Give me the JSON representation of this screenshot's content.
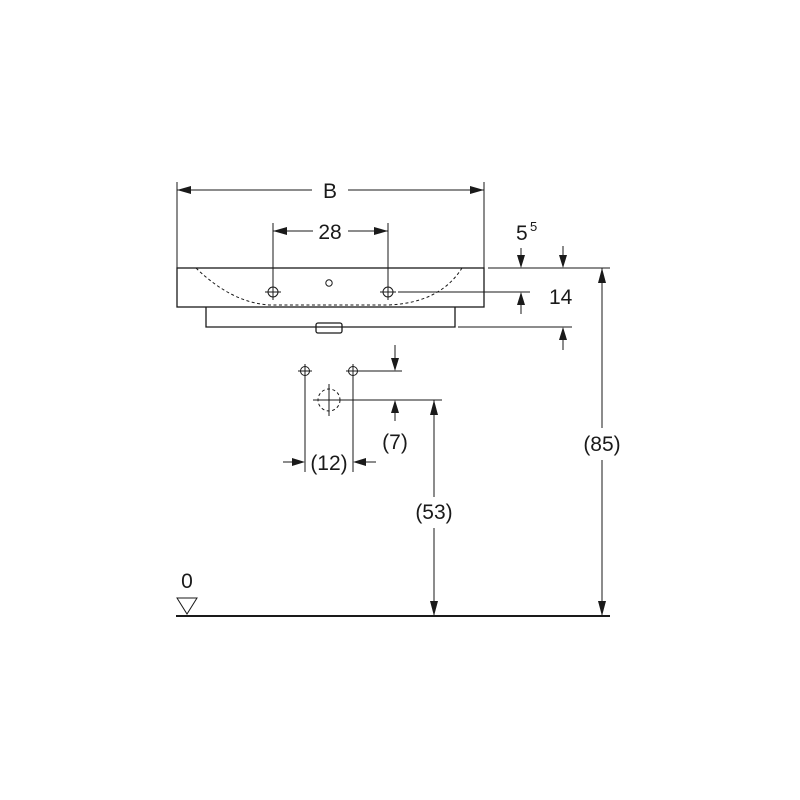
{
  "dimensions": {
    "width": "B",
    "tap_hole_spacing": "28",
    "rim_thickness": "5",
    "rim_thickness_sup": "5",
    "apron_height": "14",
    "rim_height": "(85)",
    "drain_height": "(53)",
    "drain_offset": "(7)",
    "supply_spacing": "(12)",
    "floor_level": "0"
  }
}
